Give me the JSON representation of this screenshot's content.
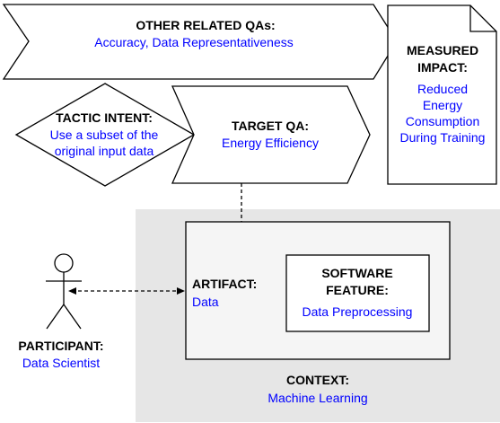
{
  "colors": {
    "context_fill": "#e6e6e6",
    "label": "#000000",
    "value": "#0000ff"
  },
  "other_qas": {
    "label": "OTHER RELATED QAs:",
    "value": "Accuracy, Data Representativeness"
  },
  "measured_impact": {
    "label_line1": "MEASURED",
    "label_line2": "IMPACT:",
    "value_lines": [
      "Reduced",
      "Energy",
      "Consumption",
      "During Training"
    ]
  },
  "tactic_intent": {
    "label": "TACTIC INTENT:",
    "value_lines": [
      "Use a subset of the",
      "original input data"
    ]
  },
  "target_qa": {
    "label": "TARGET QA:",
    "value": "Energy Efficiency"
  },
  "artifact": {
    "label": "ARTIFACT:",
    "value": "Data"
  },
  "software_feature": {
    "label_line1": "SOFTWARE",
    "label_line2": "FEATURE:",
    "value": "Data Preprocessing"
  },
  "participant": {
    "label": "PARTICIPANT:",
    "value": "Data Scientist"
  },
  "context": {
    "label": "CONTEXT:",
    "value": "Machine Learning"
  }
}
